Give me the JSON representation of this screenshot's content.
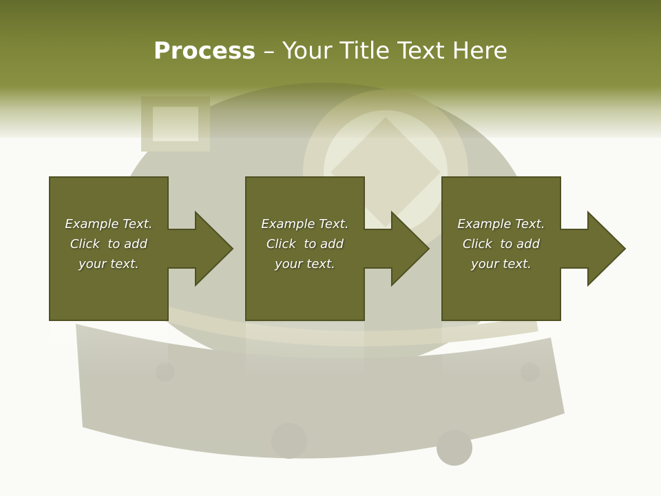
{
  "title": {
    "bold": "Process",
    "rest": " – Your Title Text Here"
  },
  "steps": [
    {
      "lines": [
        "Example Text.",
        "Click  to add",
        "your text."
      ]
    },
    {
      "lines": [
        "Example Text.",
        "Click  to add",
        "your text."
      ]
    },
    {
      "lines": [
        "Example Text.",
        "Click  to add",
        "your text."
      ]
    }
  ],
  "colors": {
    "header": "#7b8338",
    "box_fill": "#6b6d33",
    "box_stroke": "#4e5022",
    "text": "#ffffff"
  }
}
